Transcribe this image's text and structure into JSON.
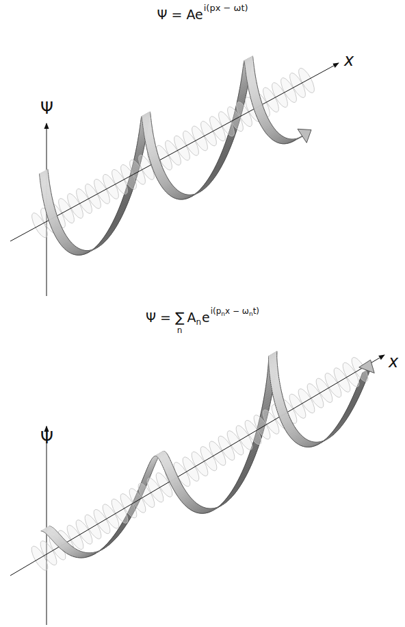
{
  "diagram": {
    "labels": [
      "Ψ = Ae",
      "i(px − ωt)",
      "x",
      "Ψ",
      "Ψ =",
      "∑",
      "n",
      "A",
      "n",
      "e",
      "i(p",
      "n",
      "x − ω",
      "n",
      "t)",
      "x",
      "Ψ"
    ]
  }
}
